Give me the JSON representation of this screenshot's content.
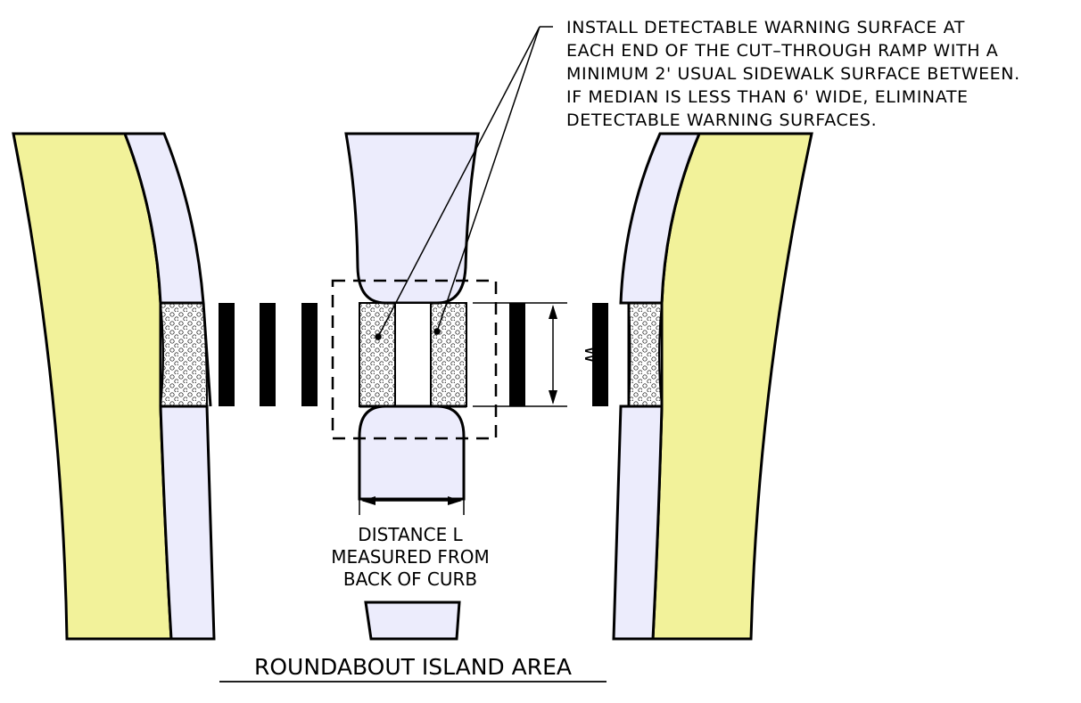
{
  "note": {
    "lines": [
      "INSTALL DETECTABLE WARNING SURFACE AT",
      "EACH END OF THE CUT–THROUGH RAMP WITH A",
      "MINIMUM 2' USUAL SIDEWALK SURFACE BETWEEN.",
      "IF MEDIAN IS LESS THAN 6' WIDE, ELIMINATE",
      "DETECTABLE WARNING SURFACES."
    ]
  },
  "width_label": "W",
  "distance_label": {
    "lines": [
      "DISTANCE L",
      "MEASURED FROM",
      "BACK OF CURB"
    ]
  },
  "title": "ROUNDABOUT ISLAND AREA",
  "colors": {
    "landscape": "#f2f29a",
    "sidewalk": "#ececfc",
    "line": "#000000"
  }
}
